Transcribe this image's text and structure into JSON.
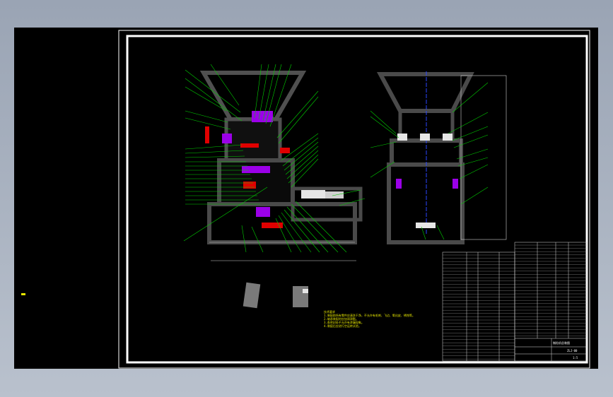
{
  "viewport": {
    "background": "#000000",
    "frame_color": "#ffffff",
    "leader_color": "#00ff00",
    "machine_color": "#4a4a4a",
    "accent_colors": [
      "#ff0000",
      "#b000ff",
      "#0000ff",
      "#ffff00"
    ]
  },
  "drawing": {
    "front_view_label": "",
    "side_view_label": "",
    "technical_requirements": {
      "title": "技术要求",
      "lines": [
        "1.装配前所有零件应清洗干净，不允许有毛刺、飞边、氧化皮、锈蚀等。",
        "2.轴承装配时应加润滑脂。",
        "3.各密封处不允许有渗漏现象。",
        "4.装配后应进行空运转试验。"
      ]
    },
    "title_block": {
      "title": "制粒机总装图",
      "drawing_no": "ZLJ-00",
      "scale": "1:5"
    }
  }
}
